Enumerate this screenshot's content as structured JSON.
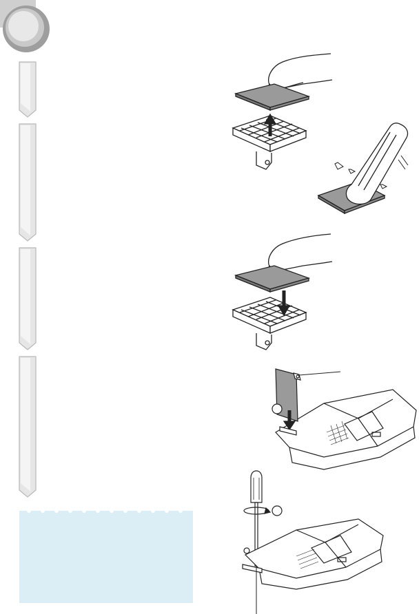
{
  "colors": {
    "step_tab_fill": "#e6e6e6",
    "step_tab_stroke": "#b8b8b8",
    "note_box_fill": "#dbeef6",
    "filter_fill": "#9a9a9a",
    "line": "#222222"
  },
  "header": {
    "badge_icon": "gray-circle-badge-icon"
  },
  "steps": [
    {
      "number": "",
      "icon": "step-tab-1"
    },
    {
      "number": "",
      "icon": "step-tab-2"
    },
    {
      "number": "",
      "icon": "step-tab-3"
    },
    {
      "number": "",
      "icon": "step-tab-4"
    }
  ],
  "illustrations": [
    {
      "name": "lift-filter-from-frame",
      "icon": "hand-filter-up-arrow-icon"
    },
    {
      "name": "vacuum-filter",
      "icon": "vacuum-nozzle-icon"
    },
    {
      "name": "place-filter-into-frame",
      "icon": "hand-filter-down-arrow-icon"
    },
    {
      "name": "insert-filter-cover",
      "icon": "cover-insert-arrow-icon",
      "callout": ""
    },
    {
      "name": "tighten-screw",
      "icon": "screwdriver-rotate-icon",
      "callout": ""
    }
  ],
  "note": {
    "text": ""
  }
}
